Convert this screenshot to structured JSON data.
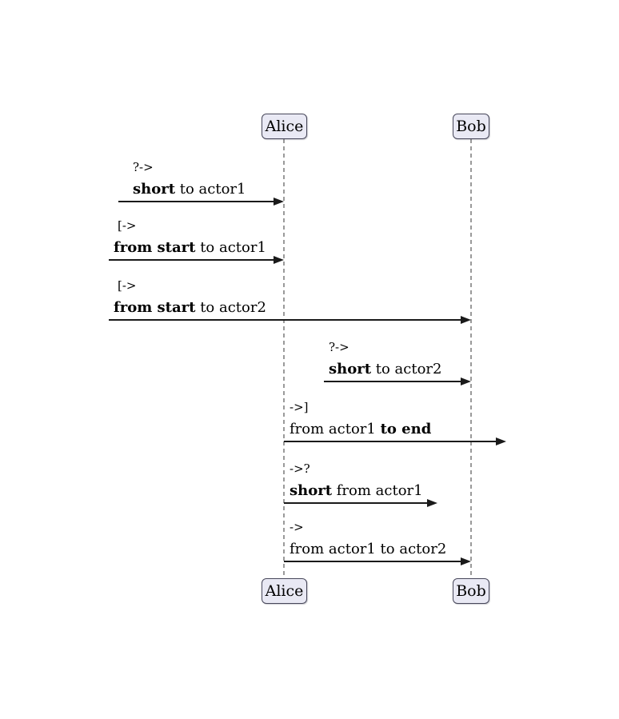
{
  "actors": {
    "alice": "Alice",
    "bob": "Bob"
  },
  "messages": [
    {
      "operator": "?->",
      "pre": "",
      "bold": "short",
      "post": " to actor1"
    },
    {
      "operator": "[->",
      "pre": "",
      "bold": "from start",
      "post": " to actor1"
    },
    {
      "operator": "[->",
      "pre": "",
      "bold": "from start",
      "post": " to actor2"
    },
    {
      "operator": "?->",
      "pre": "",
      "bold": "short",
      "post": " to actor2"
    },
    {
      "operator": "->]",
      "pre": "from actor1 ",
      "bold": "to end",
      "post": ""
    },
    {
      "operator": "->?",
      "pre": "",
      "bold": "short",
      "post": " from actor1"
    },
    {
      "operator": "->",
      "pre": "from actor1 to actor2",
      "bold": "",
      "post": ""
    }
  ],
  "colors": {
    "background": "#ffffff",
    "actor_fill": "#e9e9f4",
    "actor_border": "#47475a",
    "lifeline": "#9a9a9a",
    "arrow": "#1a1a1a",
    "text": "#000000"
  }
}
